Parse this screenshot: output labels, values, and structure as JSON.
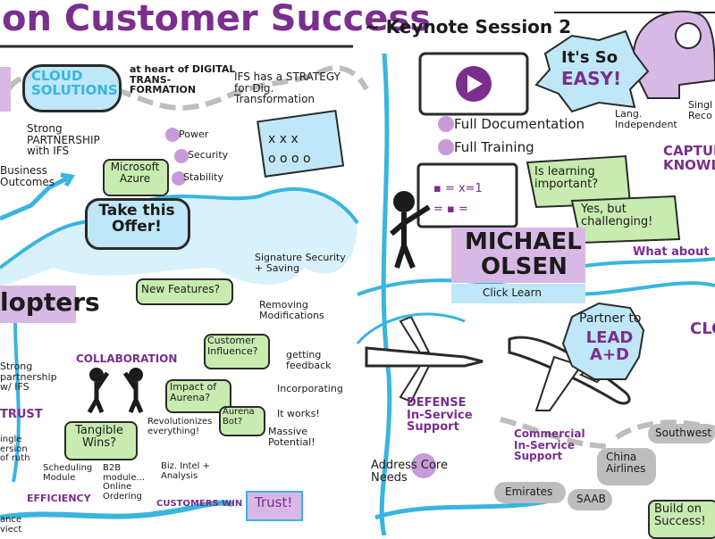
{
  "header": {
    "title": "on Customer Success",
    "subtitle": "~ Keynote Session 2"
  },
  "left": {
    "cloud_solutions": "CLOUD SOLUTIONS",
    "digital_transformation": "at heart of DIGITAL TRANS- FORMATION",
    "strategy": "IFS has a STRATEGY for Dig. Transformation",
    "partnership": "Strong PARTNERSHIP with IFS",
    "power": "Power",
    "security": "Security",
    "stability": "Stability",
    "azure": "Microsoft Azure",
    "business_outcomes": "Business Outcomes",
    "take_offer": "Take this Offer!",
    "adopters": "lopters",
    "signature": "Signature Security + Saving",
    "new_features": "New Features?",
    "removing": "Removing Modifications",
    "collaboration": "COLLABORATION",
    "strong_partnership": "Strong partnership w/ IFS",
    "trust": "TRUST",
    "customer_influence": "Customer Influence?",
    "getting_feedback": "getting feedback",
    "incorporating": "Incorporating",
    "impact_aurena": "Impact of Aurena?",
    "revolutionizes": "Revolutionizes everything!",
    "aurena_bot": "Aurena Bot?",
    "it_works": "It works!",
    "massive": "Massive Potential!",
    "single_version": "ingle ersion of ruth",
    "tangible": "Tangible Wins?",
    "scheduling": "Scheduling Module",
    "b2b": "B2B module... Online Ordering",
    "biz_intel": "Biz. Intel + Analysis",
    "efficiency": "EFFICIENCY",
    "customers_win": "CUSTOMERS WIN",
    "trust_box": "Trust!",
    "bottom_left": "ance viect"
  },
  "right": {
    "full_doc": "Full Documentation",
    "full_training": "Full Training",
    "its_so": "It's So",
    "easy": "EASY!",
    "lang_indep": "Lang. Independent",
    "single_reco": "Singl Reco",
    "capture": "CAPTUR KNOWL",
    "learning_q": "Is learning important?",
    "learning_a": "Yes, but challenging!",
    "what_about": "What about",
    "speaker_first": "MICHAEL",
    "speaker_last": "OLSEN",
    "speaker_company": "Click Learn",
    "partner_to": "Partner to",
    "lead": "LEAD A+D",
    "clo": "CLO",
    "defense": "DEFENSE In-Service Support",
    "address_core": "Address Core Needs",
    "commercial": "Commercial In-Service Support",
    "southwest": "Southwest",
    "china_airlines": "China Airlines",
    "emirates": "Emirates",
    "saab": "SAAB",
    "build_success": "Build on Success!"
  },
  "colors": {
    "purple": "#7a2e8e",
    "lilac": "#d8b9e6",
    "blue": "#bfe7f7",
    "blue_stroke": "#39b5e0",
    "green": "#c8ebb0",
    "grey": "#bdbdbd"
  }
}
